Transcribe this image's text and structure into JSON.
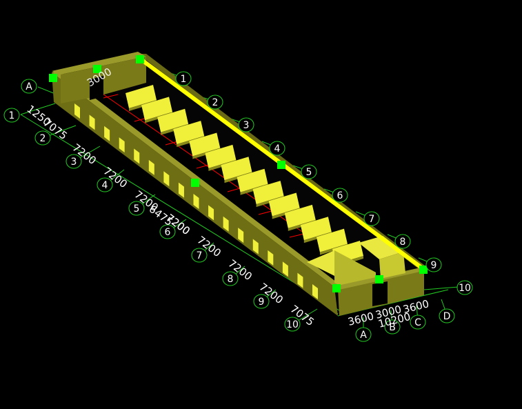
{
  "axes_left": {
    "labels": [
      "1",
      "2",
      "3",
      "4",
      "5",
      "6",
      "7",
      "8",
      "9",
      "10"
    ],
    "dims": [
      "1250",
      "7075",
      "7200",
      "7200",
      "7200",
      "7200",
      "6475",
      "7200",
      "7200",
      "7200",
      "7200",
      "7075"
    ]
  },
  "axes_right": {
    "labels": [
      "1",
      "2",
      "3",
      "4",
      "5",
      "6",
      "7",
      "8",
      "9",
      "10"
    ]
  },
  "axes_bottom": {
    "labels": [
      "A",
      "B",
      "C",
      "D"
    ],
    "dims": [
      "3600",
      "3000",
      "3600",
      "10200"
    ]
  },
  "axis_top_left": {
    "label": "A",
    "dim": "3000"
  },
  "colors": {
    "background": "#000000",
    "wall_dark": "#5e5e0e",
    "wall_mid": "#7c7c1c",
    "wall_top": "#9a9a2a",
    "slab_yellow": "#f0f03a",
    "beam_yellow": "#ffff00",
    "node_green": "#00ff00",
    "grid_green": "#22cc22",
    "grid_red": "#ff0000",
    "grid_cyan": "#33cccc"
  }
}
